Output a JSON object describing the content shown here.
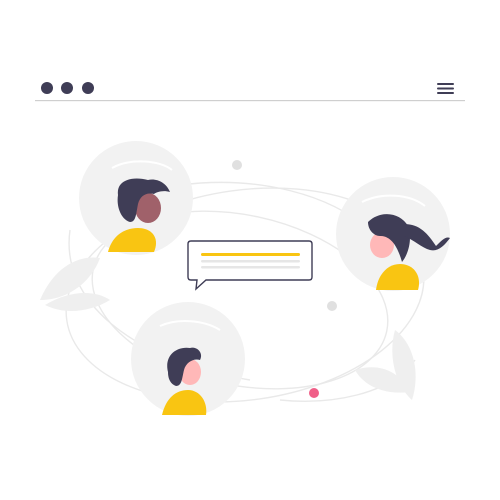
{
  "colors": {
    "dark": "#3f3d56",
    "skin_light": "#ffb8b8",
    "skin_dark": "#a0616a",
    "shirt": "#f9c512",
    "circle_bg": "#f2f2f2",
    "line_light": "#e6e6e6",
    "accent_pink": "#f05f88",
    "bubble_border": "#3f3d56",
    "bubble_line_yellow": "#f9c512",
    "bubble_line_gray": "#e6e6e6"
  },
  "window": {
    "dots": [
      "window-dot",
      "window-dot",
      "window-dot"
    ],
    "menu_icon": "hamburger-menu-icon"
  },
  "avatars": [
    {
      "name": "avatar-person-top-left",
      "hair": "short-curly",
      "skin": "skin_dark"
    },
    {
      "name": "avatar-person-right",
      "hair": "ponytail",
      "skin": "skin_light"
    },
    {
      "name": "avatar-person-bottom",
      "hair": "short",
      "skin": "skin_light"
    }
  ],
  "chat_bubble": {
    "icon": "chat-bubble-icon"
  }
}
